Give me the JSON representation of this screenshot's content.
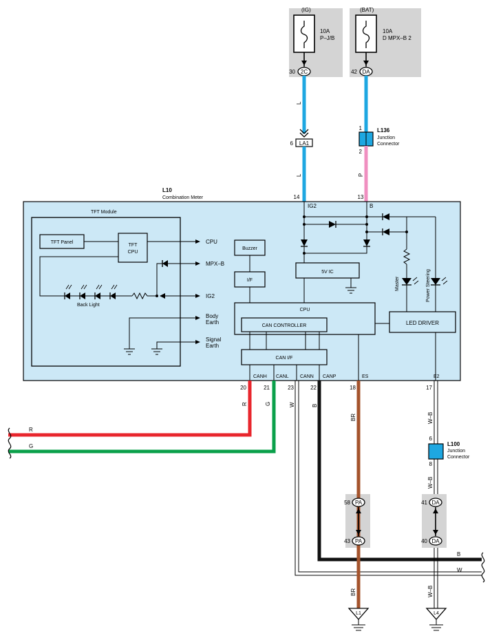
{
  "power": {
    "ig": {
      "label": "(IG)",
      "rating": "10A",
      "name": "P–J/B",
      "pin": "30",
      "conn": "2C",
      "wire": "L"
    },
    "bat": {
      "label": "(BAT)",
      "rating": "10A",
      "name": "D MPX–B 2",
      "pin": "42",
      "conn": "DA"
    }
  },
  "la1": {
    "pin": "6",
    "name": "LA1",
    "wire": "L"
  },
  "l136": {
    "code": "L136",
    "desc1": "Junction",
    "desc2": "Connector",
    "pin_top": "1",
    "pin_bottom": "2",
    "wire": "P"
  },
  "meter": {
    "code": "L10",
    "name": "Combination Meter",
    "pin_ig2": "14",
    "label_ig2": "IG2",
    "pin_b": "13",
    "label_b": "B",
    "tft_module": "TFT Module",
    "tft_panel": "TFT Panel",
    "tft_cpu1": "TFT",
    "tft_cpu2": "CPU",
    "out_cpu": "CPU",
    "out_mpxb": "MPX–B",
    "out_ig2": "IG2",
    "back_light": "Back Light",
    "body_earth1": "Body",
    "body_earth2": "Earth",
    "signal_earth1": "Signal",
    "signal_earth2": "Earth",
    "buzzer": "Buzzer",
    "if": "I/F",
    "ic5v": "5V IC",
    "cpu": "CPU",
    "can_controller": "CAN CONTROLLER",
    "can_if": "CAN I/F",
    "led_driver": "LED DRIVER",
    "master": "Master",
    "power_steering": "Power Steering",
    "terms": [
      "CANH",
      "CANL",
      "CANN",
      "CANP",
      "ES",
      "E2"
    ],
    "pins": [
      "20",
      "21",
      "23",
      "22",
      "18",
      "17"
    ]
  },
  "wires": {
    "canh": "R",
    "canl": "G",
    "cann": "W",
    "canp": "B",
    "es": "BR",
    "e2": "W–B",
    "bus_r": "R",
    "bus_g": "G",
    "bus_b": "B",
    "bus_w": "W"
  },
  "l100": {
    "code": "L100",
    "desc1": "Junction",
    "desc2": "Connector",
    "pin_top": "6",
    "pin_bottom": "8",
    "wire": "W–B"
  },
  "pa": {
    "name": "PA",
    "pin_top": "58",
    "pin_bottom": "43"
  },
  "da2": {
    "name": "DA",
    "pin_top": "41",
    "pin_bottom": "40"
  },
  "grounds": {
    "g1": "L1",
    "g2": "L4"
  },
  "colors": {
    "blue": "#1ea7e1",
    "pink": "#f08fc0",
    "red": "#e8262d",
    "green": "#0aa04a",
    "brown": "#a4532c",
    "box": "#cce8f6",
    "gray": "#d4d4d4"
  }
}
